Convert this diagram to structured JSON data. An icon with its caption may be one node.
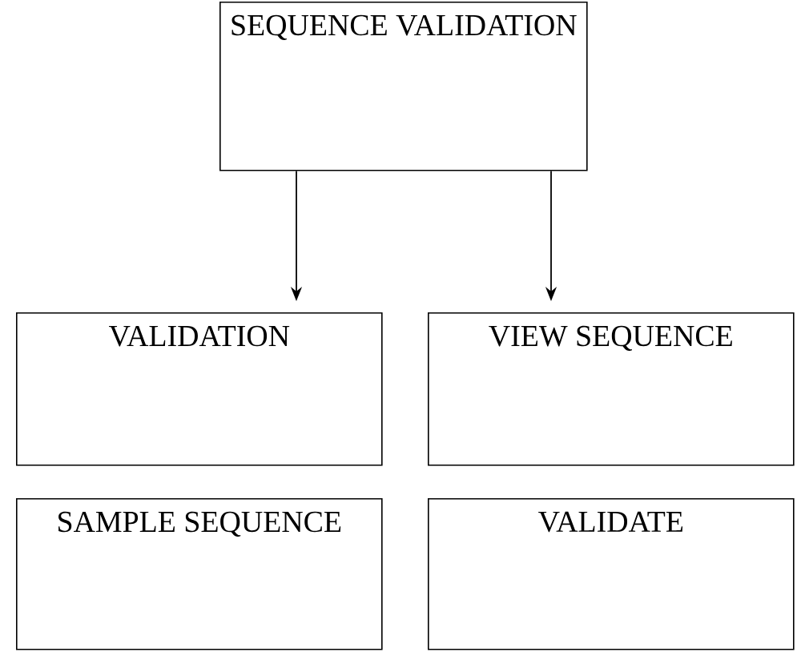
{
  "diagram": {
    "nodes": [
      {
        "text": [
          "SEQUENCE VALIDATION"
        ]
      },
      {
        "text": [
          "VALIDATION"
        ]
      },
      {
        "text": [
          "VIEW SEQUENCE"
        ]
      },
      {
        "text": [
          "SAMPLE SEQUENCE"
        ]
      },
      {
        "text": [
          "VALIDATE"
        ]
      }
    ],
    "edges": [
      {
        "from": 0,
        "to": 1,
        "arrow": "to"
      },
      {
        "from": 0,
        "to": 2,
        "arrow": "to"
      }
    ]
  }
}
